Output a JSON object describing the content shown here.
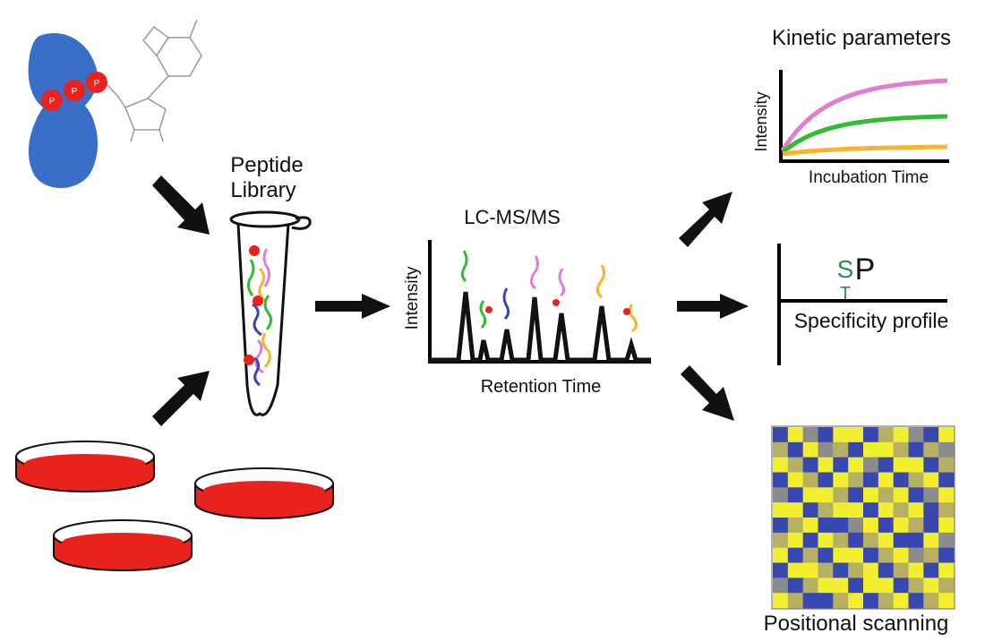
{
  "labels": {
    "peptide_library_line1": "Peptide",
    "peptide_library_line2": "Library",
    "lcms_title": "LC-MS/MS",
    "lcms_ylabel": "Intensity",
    "lcms_xlabel": "Retention Time",
    "kinetic_title": "Kinetic parameters",
    "kinetic_ylabel": "Intensity",
    "kinetic_xlabel": "Incubation Time",
    "specificity_caption": "Specificity profile",
    "logo_letter_s": "S",
    "logo_letter_t": "T",
    "logo_letter_p": "P",
    "positional_caption": "Positional scanning",
    "phosphate_letter": "P"
  },
  "colors": {
    "kinase_blue": "#3a6fc8",
    "phosphate_red": "#e8231d",
    "dish_red": "#e8231d",
    "curve_pink": "#e07fd0",
    "curve_green": "#33bb33",
    "curve_orange": "#f7b52c",
    "logo_green": "#2e8b57",
    "heat_blue": "#3848b0",
    "heat_yellow": "#f2ee30",
    "heat_olive": "#b5b064",
    "heat_gray": "#8c8c8c"
  },
  "chart_data": {
    "type": "heatmap",
    "rows": 12,
    "cols": 12,
    "cells": [
      [
        "b",
        "y",
        "g",
        "b",
        "y",
        "y",
        "b",
        "o",
        "y",
        "g",
        "b",
        "y"
      ],
      [
        "o",
        "b",
        "y",
        "g",
        "o",
        "b",
        "y",
        "y",
        "o",
        "b",
        "o",
        "g"
      ],
      [
        "y",
        "o",
        "b",
        "y",
        "b",
        "y",
        "g",
        "b",
        "y",
        "y",
        "b",
        "o"
      ],
      [
        "b",
        "y",
        "o",
        "b",
        "y",
        "o",
        "b",
        "y",
        "b",
        "o",
        "y",
        "b"
      ],
      [
        "g",
        "b",
        "y",
        "y",
        "o",
        "b",
        "y",
        "o",
        "y",
        "b",
        "g",
        "y"
      ],
      [
        "y",
        "y",
        "b",
        "o",
        "y",
        "y",
        "b",
        "y",
        "o",
        "y",
        "b",
        "o"
      ],
      [
        "b",
        "o",
        "y",
        "b",
        "b",
        "g",
        "y",
        "b",
        "y",
        "o",
        "b",
        "y"
      ],
      [
        "o",
        "y",
        "b",
        "y",
        "o",
        "b",
        "o",
        "y",
        "b",
        "b",
        "y",
        "g"
      ],
      [
        "y",
        "b",
        "o",
        "b",
        "y",
        "y",
        "b",
        "o",
        "y",
        "g",
        "o",
        "b"
      ],
      [
        "b",
        "y",
        "y",
        "o",
        "b",
        "o",
        "y",
        "b",
        "o",
        "y",
        "b",
        "y"
      ],
      [
        "g",
        "b",
        "o",
        "y",
        "y",
        "b",
        "y",
        "y",
        "b",
        "o",
        "y",
        "o"
      ],
      [
        "y",
        "o",
        "b",
        "b",
        "o",
        "y",
        "b",
        "o",
        "y",
        "b",
        "o",
        "y"
      ]
    ]
  }
}
